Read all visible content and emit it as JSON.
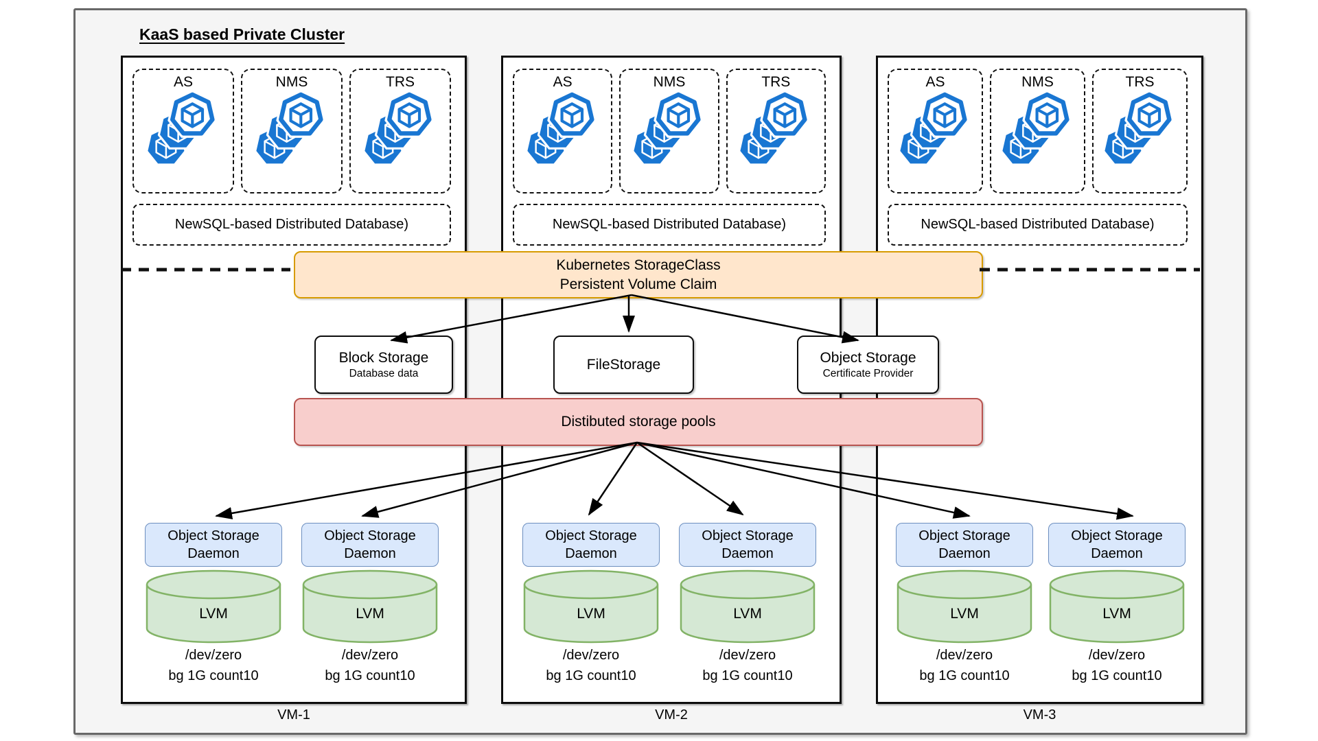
{
  "diagram": {
    "title": "KaaS based Private Cluster",
    "storage_class": {
      "line1": "Kubernetes StorageClass",
      "line2": "Persistent Volume Claim"
    },
    "storage_types": [
      {
        "title": "Block Storage",
        "subtitle": "Database data"
      },
      {
        "title": "FileStorage",
        "subtitle": ""
      },
      {
        "title": "Object Storage",
        "subtitle": "Certificate Provider"
      }
    ],
    "storage_pools_label": "Distibuted storage pools",
    "vms": [
      {
        "name": "VM-1",
        "pods": [
          "AS",
          "NMS",
          "TRS"
        ],
        "database_label": "NewSQL-based Distributed Database)"
      },
      {
        "name": "VM-2",
        "pods": [
          "AS",
          "NMS",
          "TRS"
        ],
        "database_label": "NewSQL-based Distributed Database)"
      },
      {
        "name": "VM-3",
        "pods": [
          "AS",
          "NMS",
          "TRS"
        ],
        "database_label": "NewSQL-based Distributed Database)"
      }
    ],
    "daemon_label": "Object Storage Daemon",
    "volume_label": "LVM",
    "device_label": "/dev/zero",
    "device_args": "bg 1G count10",
    "colors": {
      "storage_class_fill": "#FFE6CC",
      "storage_class_border": "#D79B00",
      "storage_pools_fill": "#F8CECC",
      "storage_pools_border": "#B85450",
      "daemon_fill": "#DAE8FC",
      "daemon_border": "#6C8EBF",
      "lvm_fill": "#D5E8D4",
      "lvm_border": "#82B366",
      "pod_icon_blue": "#1976D2"
    }
  }
}
